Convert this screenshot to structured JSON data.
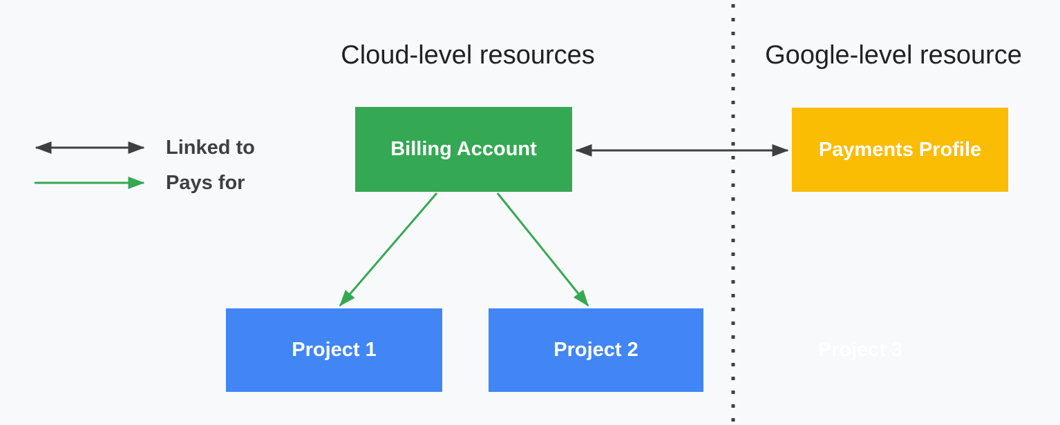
{
  "titles": {
    "left": "Cloud-level resources",
    "right": "Google-level resource"
  },
  "legend": {
    "linked_to": "Linked to",
    "pays_for": "Pays for"
  },
  "nodes": {
    "billing_account": "Billing Account",
    "payments_profile": "Payments Profile",
    "project_1": "Project 1",
    "project_2": "Project 2",
    "project_3": "Project 3"
  },
  "edges": [
    {
      "from": "Billing Account",
      "to": "Payments Profile",
      "type": "linked-to"
    },
    {
      "from": "Billing Account",
      "to": "Project 1",
      "type": "pays-for"
    },
    {
      "from": "Billing Account",
      "to": "Project 2",
      "type": "pays-for"
    }
  ],
  "colors": {
    "background": "#f8f9fa",
    "ink": "#3c4043",
    "title_text": "#202124",
    "green": "#34a853",
    "yellow": "#fbbc04",
    "blue": "#4285f4",
    "box_text": "#ffffff",
    "ghost_text": "#ffffff"
  }
}
